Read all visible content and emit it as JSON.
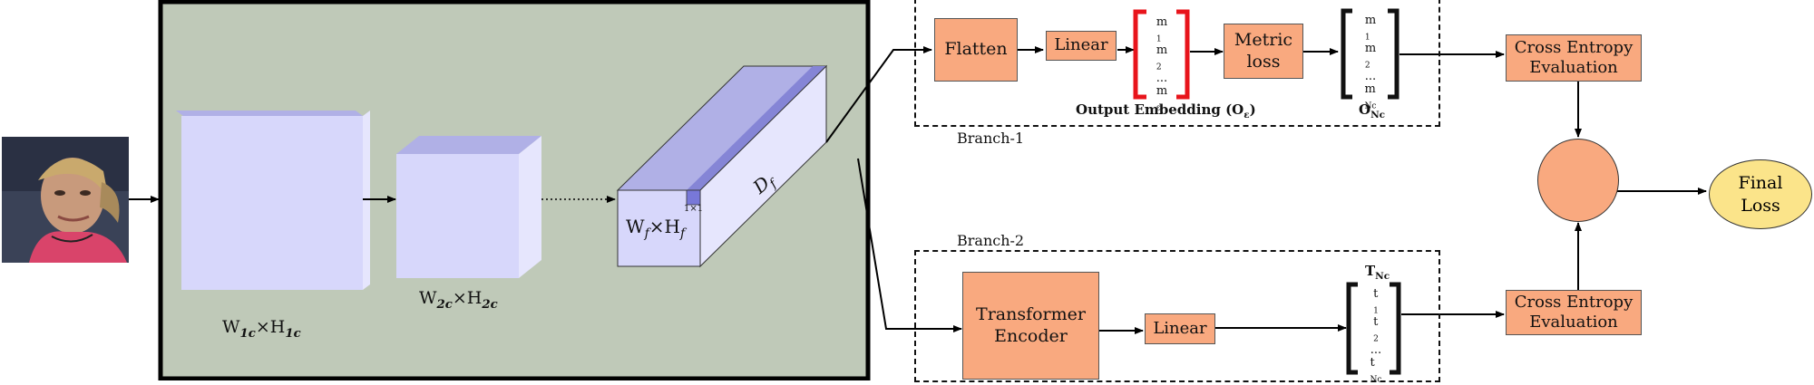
{
  "backbone": {
    "stage1_label": "W",
    "stage1_sub": "1c",
    "stage1_times": "×H",
    "stage1_sub2": "1c",
    "stage2_label": "W",
    "stage2_sub": "2c",
    "stage2_times": "×H",
    "stage2_sub2": "2c",
    "final_label": "W",
    "final_sub": "f",
    "final_times": "×H",
    "final_sub2": "f",
    "depth_label": "D",
    "depth_sub": "f",
    "cell_label": "1×1"
  },
  "branch1": {
    "name": "Branch-1",
    "flatten": "Flatten",
    "linear": "Linear",
    "embedding": [
      "m",
      "m",
      "...",
      "m"
    ],
    "embedding_subs": [
      "1",
      "2",
      "",
      "ε"
    ],
    "embedding_caption": "Output Embedding (O",
    "embedding_caption_sub": "ε",
    "embedding_caption_end": ")",
    "metric_loss_line1": "Metric",
    "metric_loss_line2": "loss",
    "output_vec": [
      "m",
      "m",
      "...",
      "m"
    ],
    "output_vec_subs": [
      "1",
      "2",
      "",
      "Nc"
    ],
    "output_caption": "O",
    "output_caption_sub": "Nc",
    "ce_line1": "Cross Entropy",
    "ce_line2": "Evaluation"
  },
  "branch2": {
    "name": "Branch-2",
    "transformer_line1": "Transformer",
    "transformer_line2": "Encoder",
    "linear": "Linear",
    "token_caption": "T",
    "token_caption_sub": "Nc",
    "tokens": [
      "t",
      "t",
      "...",
      "t"
    ],
    "token_subs": [
      "1",
      "2",
      "",
      "Nc"
    ],
    "ce_line1": "Cross Entropy",
    "ce_line2": "Evaluation"
  },
  "final": {
    "line1": "Final",
    "line2": "Loss"
  },
  "colors": {
    "backbone_bg": "#bfc9b8",
    "block_front": "#d7d7fb",
    "block_top": "#b0b0e6",
    "block_side": "#e6e6fd",
    "box_fill": "#f9a97f",
    "final_fill": "#fbe48a",
    "embedding_bracket": "#e8141b"
  }
}
